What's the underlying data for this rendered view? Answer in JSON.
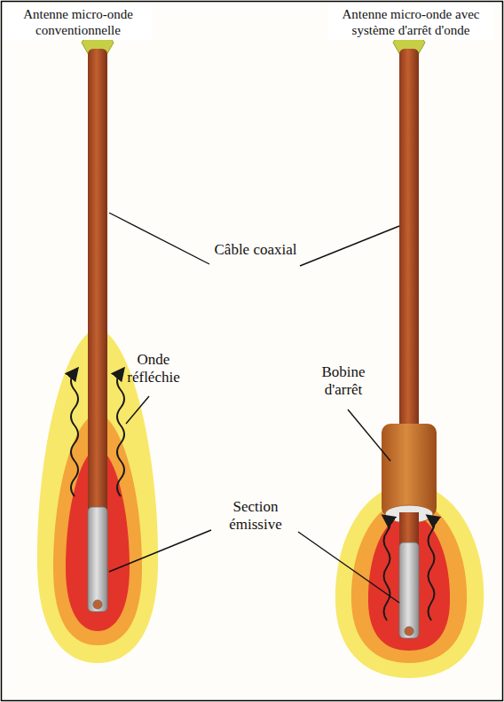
{
  "diagram": {
    "labels": [
      "Antenne micro-onde conventionnelle",
      "Antenne micro-onde avec système d'arrêt d'onde",
      "Câble coaxial",
      "Onde réfléchie",
      "Bobine d'arrêt",
      "Section émissive"
    ]
  }
}
